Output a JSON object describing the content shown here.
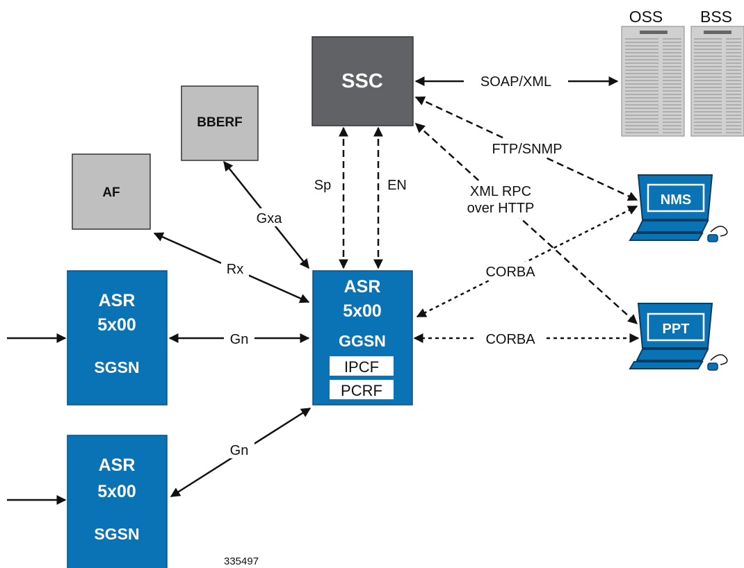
{
  "colors": {
    "blue": "#0A73B6",
    "ssc_gray": "#616265",
    "light_gray": "#BFBFBF",
    "server_gray": "#D0D0D0",
    "line": "#111111"
  },
  "nodes": {
    "ssc": "SSC",
    "bberf": "BBERF",
    "af": "AF",
    "ggsn": {
      "line1": "ASR",
      "line2": "5x00",
      "line3": "GGSN",
      "sub1": "IPCF",
      "sub2": "PCRF"
    },
    "sgsn_top": {
      "line1": "ASR",
      "line2": "5x00",
      "line3": "SGSN"
    },
    "sgsn_bottom": {
      "line1": "ASR",
      "line2": "5x00",
      "line3": "SGSN"
    },
    "oss": "OSS",
    "bss": "BSS",
    "nms": "NMS",
    "ppt": "PPT"
  },
  "edges": {
    "soap_xml": "SOAP/XML",
    "ftp_snmp": "FTP/SNMP",
    "xml_rpc_1": "XML RPC",
    "xml_rpc_2": "over HTTP",
    "sp": "Sp",
    "en": "EN",
    "gxa": "Gxa",
    "rx": "Rx",
    "gn_top": "Gn",
    "gn_bottom": "Gn",
    "corba_nms": "CORBA",
    "corba_ppt": "CORBA"
  },
  "figure_id": "335497"
}
